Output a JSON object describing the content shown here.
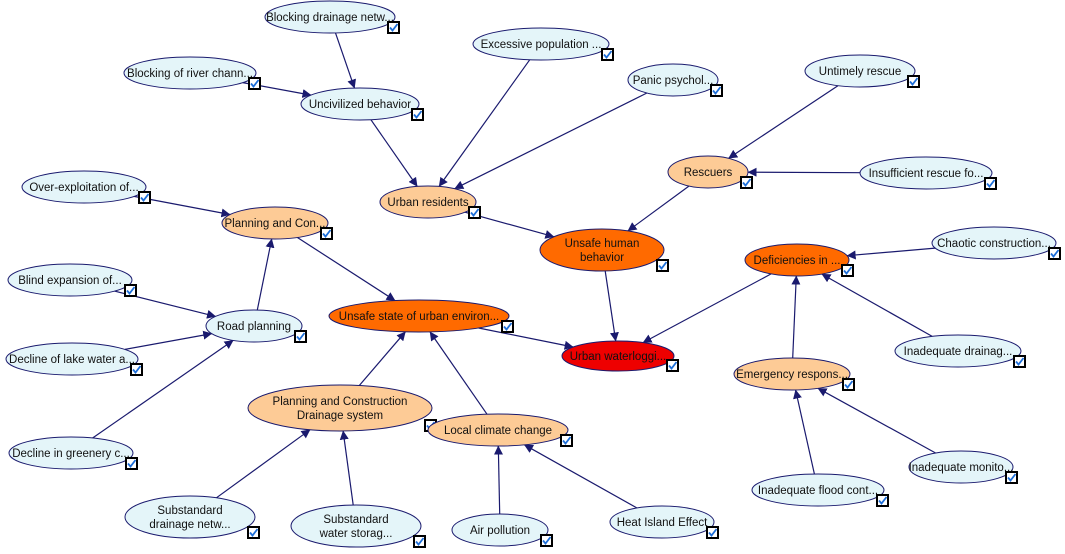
{
  "colors": {
    "edge": "#1a1a6e",
    "node_stroke": "#1a1a6e",
    "leaf_fill": "#e4f5f9",
    "mid_fill": "#fdcb96",
    "high_fill": "#ff6a00",
    "root_fill": "#ee0000",
    "checkbox_icon": "checkbox-checked-icon"
  },
  "nodes": [
    {
      "id": "blocking-drainage",
      "label": "Blocking drainage netw...",
      "level": "leaf"
    },
    {
      "id": "blocking-river",
      "label": "Blocking of river chann...",
      "level": "leaf"
    },
    {
      "id": "uncivilized",
      "label": "Uncivilized behavior",
      "level": "leaf"
    },
    {
      "id": "excessive-pop",
      "label": "Excessive population ...",
      "level": "leaf"
    },
    {
      "id": "panic",
      "label": "Panic psychol...",
      "level": "leaf"
    },
    {
      "id": "untimely-rescue",
      "label": "Untimely rescue",
      "level": "leaf"
    },
    {
      "id": "rescuers",
      "label": "Rescuers",
      "level": "mid"
    },
    {
      "id": "insufficient-rescue",
      "label": "Insufficient rescue fo...",
      "level": "leaf"
    },
    {
      "id": "urban-residents",
      "label": "Urban residents",
      "level": "mid"
    },
    {
      "id": "over-exploitation",
      "label": "Over-exploitation of...",
      "level": "leaf"
    },
    {
      "id": "planning-con",
      "label": "Planning and Con...",
      "level": "mid"
    },
    {
      "id": "unsafe-human",
      "label": [
        "Unsafe human",
        "behavior"
      ],
      "level": "high"
    },
    {
      "id": "chaotic-construction",
      "label": "Chaotic construction...",
      "level": "leaf"
    },
    {
      "id": "deficiencies",
      "label": "Deficiencies in ...",
      "level": "high"
    },
    {
      "id": "blind-expansion",
      "label": "Blind expansion of...",
      "level": "leaf"
    },
    {
      "id": "road-planning",
      "label": "Road planning",
      "level": "leaf"
    },
    {
      "id": "unsafe-state",
      "label": "Unsafe state of urban environ...",
      "level": "high"
    },
    {
      "id": "urban-waterlogging",
      "label": "Urban waterloggi...",
      "level": "root"
    },
    {
      "id": "decline-lake",
      "label": "Decline of lake water a...",
      "level": "leaf"
    },
    {
      "id": "inadequate-drainage",
      "label": "Inadequate drainag...",
      "level": "leaf"
    },
    {
      "id": "emergency-response",
      "label": "Emergency respons...",
      "level": "mid"
    },
    {
      "id": "planning-drainage",
      "label": [
        "Planning and Construction",
        "Drainage system"
      ],
      "level": "mid"
    },
    {
      "id": "local-climate",
      "label": "Local climate change",
      "level": "mid"
    },
    {
      "id": "decline-greenery",
      "label": "Decline in greenery c...",
      "level": "leaf"
    },
    {
      "id": "inadequate-monitoring",
      "label": "Inadequate monito...",
      "level": "leaf"
    },
    {
      "id": "inadequate-flood",
      "label": "Inadequate flood cont...",
      "level": "leaf"
    },
    {
      "id": "substandard-drainage",
      "label": [
        "Substandard",
        "drainage netw..."
      ],
      "level": "leaf"
    },
    {
      "id": "substandard-water",
      "label": [
        "Substandard",
        "water storag..."
      ],
      "level": "leaf"
    },
    {
      "id": "air-pollution",
      "label": "Air pollution",
      "level": "leaf"
    },
    {
      "id": "heat-island",
      "label": "Heat Island Effect",
      "level": "leaf"
    }
  ],
  "edges": [
    {
      "from": "blocking-drainage",
      "to": "uncivilized"
    },
    {
      "from": "blocking-river",
      "to": "uncivilized"
    },
    {
      "from": "uncivilized",
      "to": "urban-residents"
    },
    {
      "from": "excessive-pop",
      "to": "urban-residents"
    },
    {
      "from": "panic",
      "to": "urban-residents"
    },
    {
      "from": "urban-residents",
      "to": "unsafe-human"
    },
    {
      "from": "untimely-rescue",
      "to": "rescuers"
    },
    {
      "from": "insufficient-rescue",
      "to": "rescuers"
    },
    {
      "from": "rescuers",
      "to": "unsafe-human"
    },
    {
      "from": "unsafe-human",
      "to": "urban-waterlogging"
    },
    {
      "from": "over-exploitation",
      "to": "planning-con"
    },
    {
      "from": "road-planning",
      "to": "planning-con"
    },
    {
      "from": "planning-con",
      "to": "unsafe-state"
    },
    {
      "from": "blind-expansion",
      "to": "road-planning"
    },
    {
      "from": "decline-lake",
      "to": "road-planning"
    },
    {
      "from": "decline-greenery",
      "to": "road-planning"
    },
    {
      "from": "unsafe-state",
      "to": "urban-waterlogging"
    },
    {
      "from": "planning-drainage",
      "to": "unsafe-state"
    },
    {
      "from": "local-climate",
      "to": "unsafe-state"
    },
    {
      "from": "substandard-drainage",
      "to": "planning-drainage"
    },
    {
      "from": "substandard-water",
      "to": "planning-drainage"
    },
    {
      "from": "air-pollution",
      "to": "local-climate"
    },
    {
      "from": "heat-island",
      "to": "local-climate"
    },
    {
      "from": "chaotic-construction",
      "to": "deficiencies"
    },
    {
      "from": "inadequate-drainage",
      "to": "deficiencies"
    },
    {
      "from": "emergency-response",
      "to": "deficiencies"
    },
    {
      "from": "deficiencies",
      "to": "urban-waterlogging"
    },
    {
      "from": "inadequate-flood",
      "to": "emergency-response"
    },
    {
      "from": "inadequate-monitoring",
      "to": "emergency-response"
    }
  ]
}
